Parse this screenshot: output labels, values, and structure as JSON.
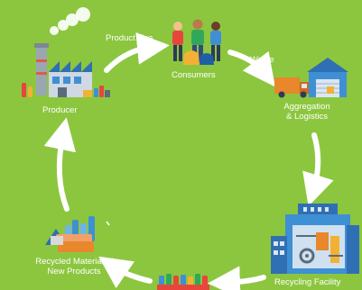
{
  "diagram": {
    "nodes": {
      "producer": "Producer",
      "consumers": "Consumers",
      "aggregation_line1": "Aggregation",
      "aggregation_line2": "& Logistics",
      "recycling": "Recycling Facility",
      "recycled_line1": "Recycled Materials /",
      "recycled_line2": "New Products"
    },
    "edges": {
      "product_use": "Product Use",
      "waste": "Waste"
    }
  },
  "colors": {
    "background": "#8cc63f",
    "arrow": "#ffffff",
    "label": "#ffffff",
    "building_blue": "#3f8fd4"
  }
}
